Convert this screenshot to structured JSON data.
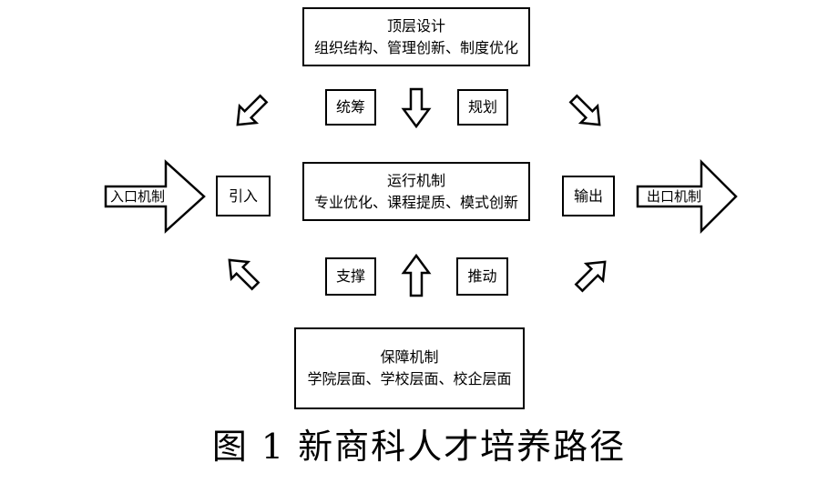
{
  "top_box": {
    "title": "顶层设计",
    "subtitle": "组织结构、管理创新、制度优化"
  },
  "middle_box": {
    "title": "运行机制",
    "subtitle": "专业优化、课程提质、模式创新"
  },
  "bottom_box": {
    "title": "保障机制",
    "subtitle": "学院层面、学校层面、校企层面"
  },
  "labels": {
    "tongchou": "统筹",
    "guihua": "规划",
    "zhicheng": "支撑",
    "tuidong": "推动",
    "yinru": "引入",
    "shuchu": "输出"
  },
  "entry_arrow": "入口机制",
  "exit_arrow": "出口机制",
  "caption": "图 1  新商科人才培养路径"
}
